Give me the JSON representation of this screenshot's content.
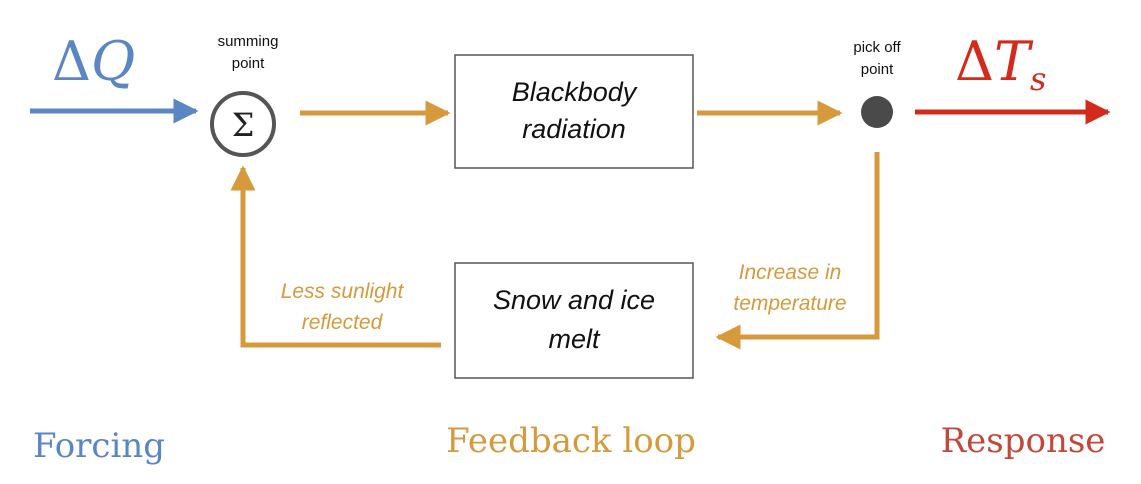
{
  "colors": {
    "forcing": "#5b86c4",
    "feedback": "#d69a3c",
    "response": "#d42a1c",
    "response_text": "#c4483a",
    "pickoff_dot": "#4a4a4a",
    "summing_circle": "#555555",
    "box_border": "#555555"
  },
  "input": {
    "symbol_delta": "Δ",
    "symbol_var": "Q"
  },
  "output": {
    "symbol_delta": "Δ",
    "symbol_var": "T",
    "symbol_sub": "s"
  },
  "summing_point": {
    "label_line1": "summing",
    "label_line2": "point",
    "symbol": "Σ"
  },
  "pickoff_point": {
    "label_line1": "pick off",
    "label_line2": "point"
  },
  "forward_block": {
    "line1": "Blackbody",
    "line2": "radiation"
  },
  "feedback_block": {
    "line1": "Snow and ice",
    "line2": "melt"
  },
  "feedback_labels": {
    "right_line1": "Increase in",
    "right_line2": "temperature",
    "left_line1": "Less sunlight",
    "left_line2": "reflected"
  },
  "section_labels": {
    "forcing": "Forcing",
    "feedback": "Feedback loop",
    "response": "Response"
  }
}
